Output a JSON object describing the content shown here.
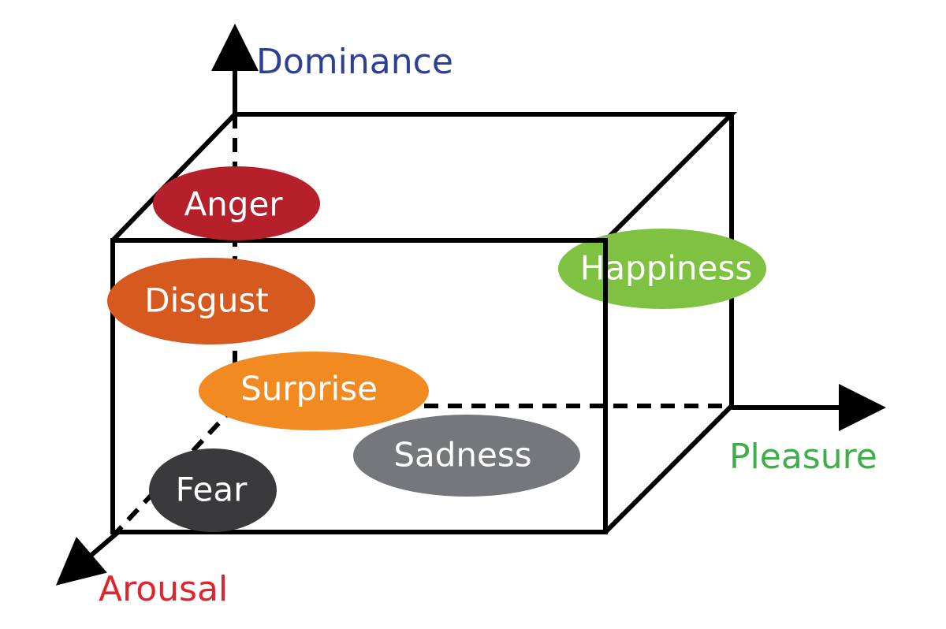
{
  "axes": {
    "dominance": {
      "label": "Dominance",
      "color": "#2e3f97"
    },
    "pleasure": {
      "label": "Pleasure",
      "color": "#3fae49"
    },
    "arousal": {
      "label": "Arousal",
      "color": "#e0242b"
    }
  },
  "emotions": [
    {
      "id": "anger",
      "label": "Anger",
      "color": "#b5202a"
    },
    {
      "id": "disgust",
      "label": "Disgust",
      "color": "#d65a20"
    },
    {
      "id": "surprise",
      "label": "Surprise",
      "color": "#f28a22"
    },
    {
      "id": "sadness",
      "label": "Sadness",
      "color": "#75777b"
    },
    {
      "id": "fear",
      "label": "Fear",
      "color": "#3a3a3d"
    },
    {
      "id": "happiness",
      "label": "Happiness",
      "color": "#7fc241"
    }
  ]
}
